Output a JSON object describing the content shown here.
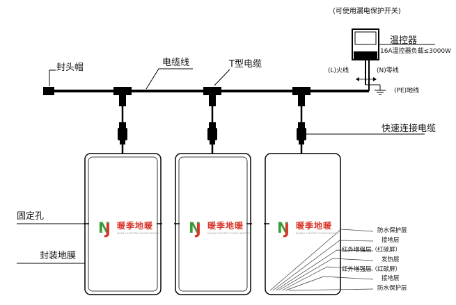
{
  "thermostat": {
    "note": "(可使用漏电保护开关)",
    "label": "温控器",
    "load": "16A温控器负载≤3000W",
    "live_wire": "(L)火线",
    "neutral_wire": "(N)零线",
    "ground_wire": "(PE)地线"
  },
  "cable": {
    "end_cap": "封头帽",
    "cable_line": "电缆线",
    "t_cable": "T型电缆",
    "quick_connect": "快速连接电缆"
  },
  "film": {
    "fixing_hole": "固定孔",
    "packaging_film": "封装地膜"
  },
  "brand": {
    "name": "暖季地暖",
    "logo_letters": "NJ",
    "tagline": "NUAN JI ELECTRIC FLOOR HEATING"
  },
  "layers": [
    "防水保护层",
    "接地层",
    "红外增强层（红碳屏）",
    "发热层",
    "红外增强层（红碳屏）",
    "接地层",
    "防水保护层"
  ],
  "colors": {
    "brand_red": "#d8362a",
    "brand_green": "#3a9b3a"
  }
}
